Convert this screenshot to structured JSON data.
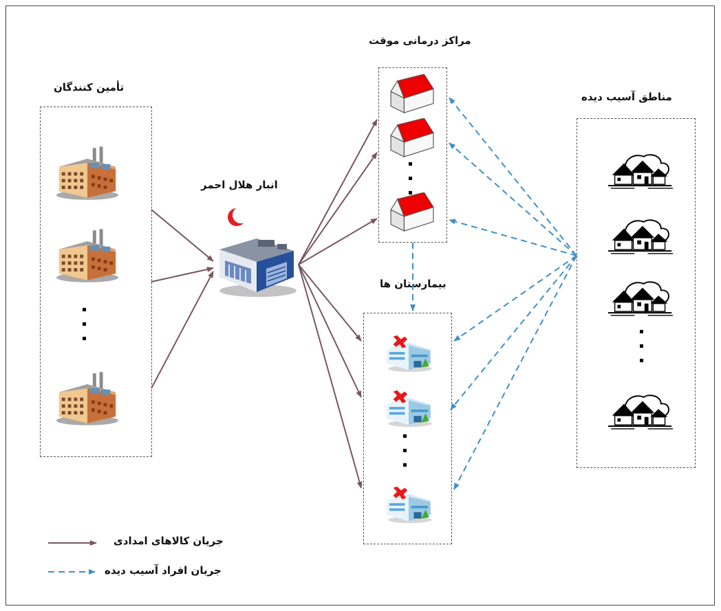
{
  "labels": {
    "suppliers": "تأمین کنندگان",
    "warehouse": "انبار هلال احمر",
    "temp_centers": "مراکز درمانی موقت",
    "hospitals": "بیمارستان ها",
    "affected": "مناطق آسیب دیده"
  },
  "legend": {
    "goods_flow": "جریان کالاهای امدادی",
    "people_flow": "جریان افراد آسیب دیده"
  },
  "colors": {
    "goods_arrow": "#7a5560",
    "people_arrow": "#3d8fc7",
    "roof": "#e8001a",
    "crescent": "#e02020"
  },
  "icons": {
    "supplier": "factory-icon",
    "warehouse": "warehouse-building-icon",
    "temp_center": "house-icon",
    "hospital": "hospital-icon",
    "affected_area": "village-houses-icon",
    "crescent": "red-crescent-icon"
  }
}
